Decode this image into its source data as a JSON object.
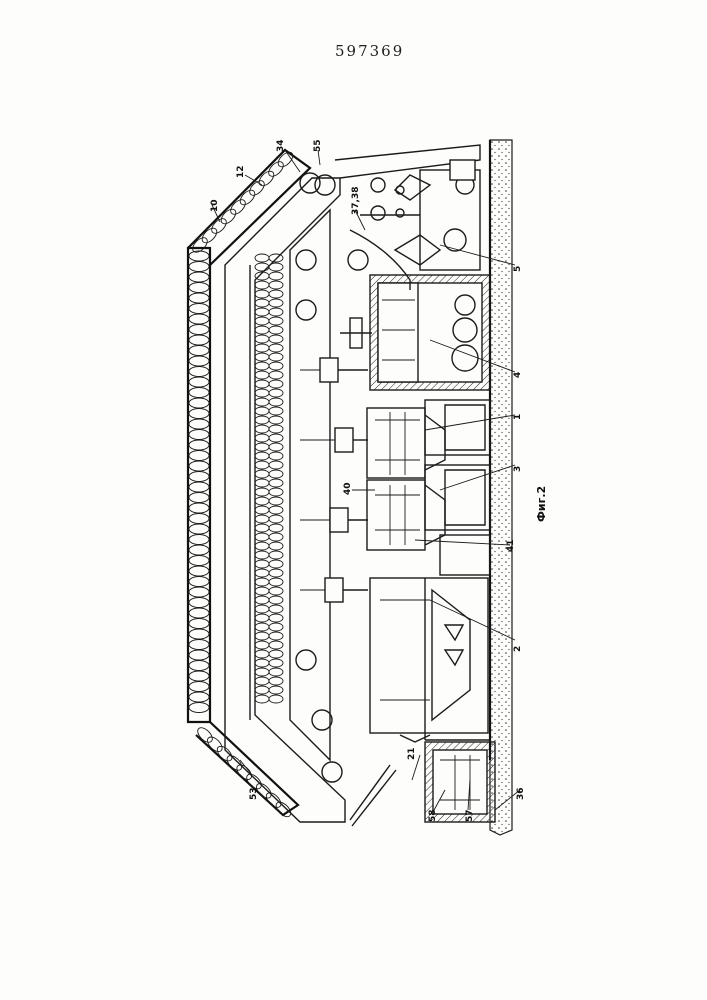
{
  "document": {
    "patent_number": "597369",
    "figure_label": "Фиг.2"
  },
  "labels": {
    "l1": "1",
    "l2": "2",
    "l3": "3",
    "l4": "4",
    "l5": "5",
    "l10": "10",
    "l12": "12",
    "l21": "21",
    "l34": "34",
    "l36": "36",
    "l37_38": "37,38",
    "l40": "40",
    "l41": "41",
    "l53": "53",
    "l55": "55",
    "l57": "57",
    "l58": "58"
  }
}
